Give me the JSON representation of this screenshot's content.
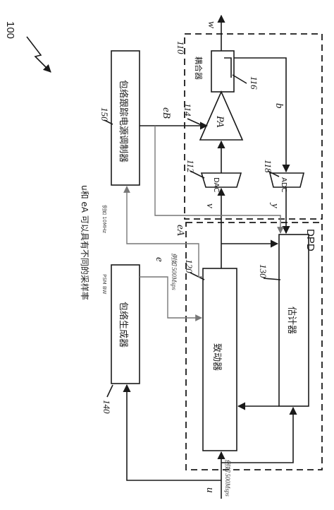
{
  "figure_number": "100",
  "annotation_top": "u和 eA 可以具有不同的采样率",
  "blocks": {
    "envelope_tracker": {
      "label": "包络跟踪电源调制器",
      "ref": "150"
    },
    "envelope_generator": {
      "label": "包络生成器",
      "ref": "140"
    },
    "actuator": {
      "label": "致动器",
      "ref": "120"
    },
    "estimator": {
      "label": "估计器",
      "ref": "130"
    },
    "pa": {
      "label": "PA",
      "ref": "114"
    },
    "dac": {
      "label": "DAC",
      "ref": "112"
    },
    "adc": {
      "label": "ADC",
      "ref": "118"
    },
    "coupler": {
      "label": "耦合器",
      "ref": "116"
    }
  },
  "regions": {
    "analog_ref": "110",
    "dpd_label": "DPD"
  },
  "signals": {
    "w": "w",
    "eB": "eB",
    "b": "b",
    "v": "v",
    "y": "y",
    "eA": "eA",
    "e": "e",
    "u": "u"
  },
  "notes": {
    "bw_10mhz": "例如 10MHz",
    "psm_bw": "PSM BW",
    "rate_eA": "例如 500Msps",
    "rate_u": "例如 500Msps"
  }
}
